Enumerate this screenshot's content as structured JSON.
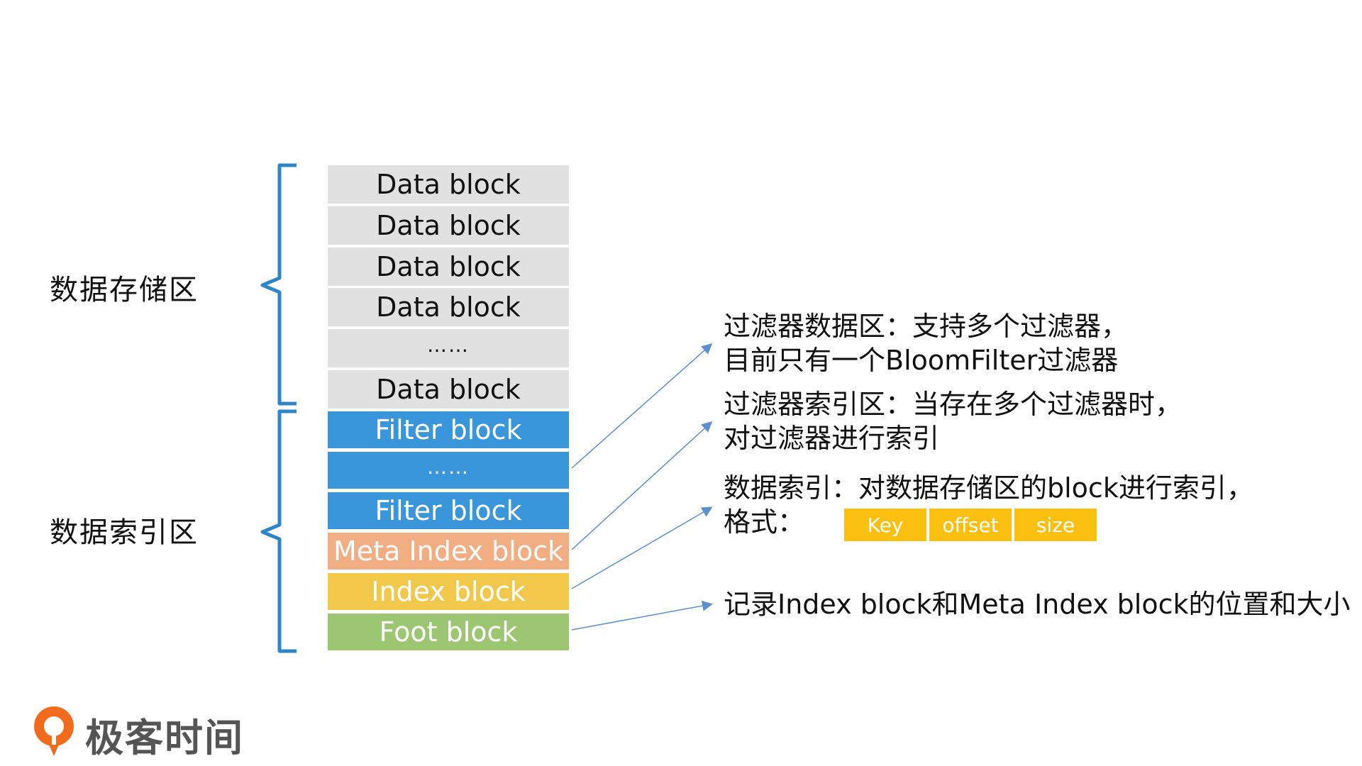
{
  "sections": {
    "storage_label": "数据存储区",
    "index_label": "数据索引区"
  },
  "blocks": [
    {
      "label": "Data block"
    },
    {
      "label": "Data block"
    },
    {
      "label": "Data block"
    },
    {
      "label": "Data block"
    },
    {
      "label": "……"
    },
    {
      "label": "Data block"
    },
    {
      "label": "Filter block"
    },
    {
      "label": "……"
    },
    {
      "label": "Filter block"
    },
    {
      "label": "Meta Index block"
    },
    {
      "label": "Index block"
    },
    {
      "label": "Foot block"
    }
  ],
  "descriptions": {
    "filter_data": {
      "line1": "过滤器数据区：支持多个过滤器，",
      "line2": "目前只有一个BloomFilter过滤器"
    },
    "filter_index": {
      "line1": "过滤器索引区：当存在多个过滤器时，",
      "line2": "对过滤器进行索引"
    },
    "data_index": {
      "line1": "数据索引：对数据存储区的block进行索引，",
      "line2": "格式："
    },
    "footer": {
      "line1": "记录Index block和Meta Index block的位置和大小"
    }
  },
  "format_cells": [
    "Key",
    "offset",
    "size"
  ],
  "colors": {
    "data_block": "#e1e1e1",
    "filter_block": "#3a96db",
    "meta_index_block": "#f2ad83",
    "index_block": "#f2c84a",
    "foot_block": "#9cc672",
    "format_cell": "#fbbf10",
    "bracket": "#2e86c9",
    "arrow": "#5b8fd0",
    "logo_accent": "#f26a1b"
  },
  "logo": {
    "text": "极客时间",
    "icon": "geektime-logo-icon"
  }
}
